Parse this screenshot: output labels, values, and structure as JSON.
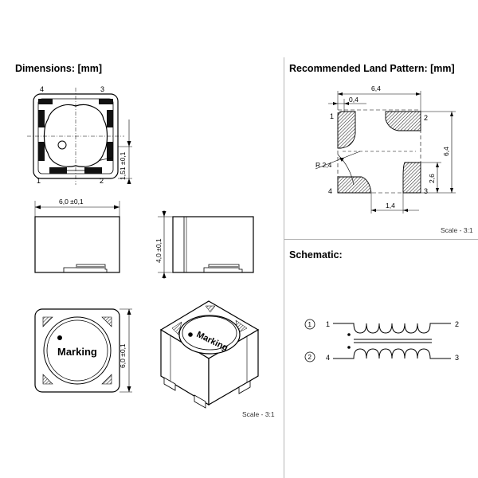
{
  "sections": {
    "dimensions": {
      "title": "Dimensions: [mm]",
      "scale": "Scale - 3:1"
    },
    "land_pattern": {
      "title": "Recommended Land Pattern: [mm]",
      "scale": "Scale - 3:1"
    },
    "schematic": {
      "title": "Schematic:"
    }
  },
  "top_view": {
    "pins": {
      "p4": "4",
      "p3": "3",
      "p1": "1",
      "p2": "2"
    },
    "height_dim": "1,51 ±0,1"
  },
  "side_view": {
    "width_dim": "6,0 ±0,1"
  },
  "end_view": {
    "height_dim": "4,0 ±0,1"
  },
  "marked_view": {
    "marking": "Marking",
    "width_dim": "6,0 ±0,1"
  },
  "iso_view": {
    "marking": "Marking"
  },
  "land": {
    "dim_total_width": "6,4",
    "dim_pad_gap": "0,4",
    "dim_total_height": "6,4",
    "dim_pad_height": "2,6",
    "dim_radius": "R 2,4",
    "dim_bottom": "1,4",
    "pins": {
      "p1": "1",
      "p2": "2",
      "p3": "3",
      "p4": "4"
    }
  },
  "schematic": {
    "circle1": "1",
    "circle2": "2",
    "w1_left": "1",
    "w1_right": "2",
    "w2_left": "4",
    "w2_right": "3"
  }
}
